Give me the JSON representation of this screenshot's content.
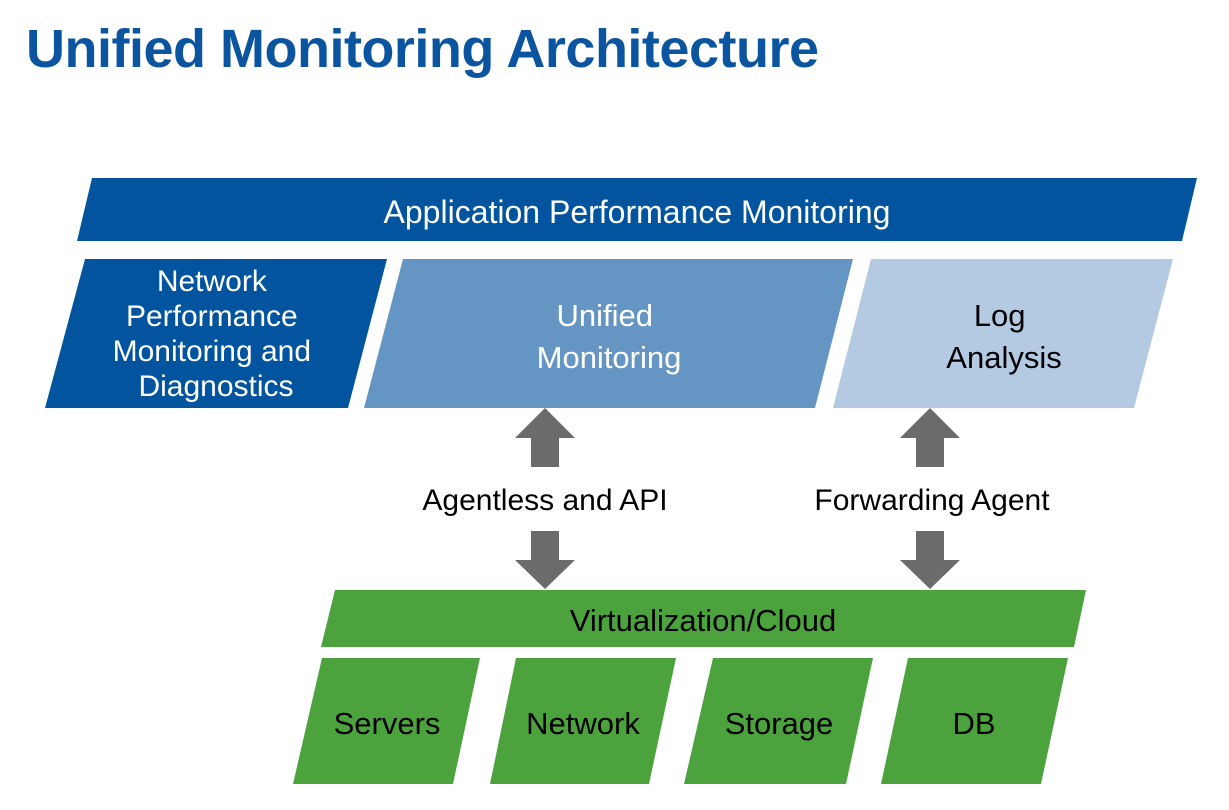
{
  "title": "Unified Monitoring Architecture",
  "colors": {
    "title": "#0b55a0",
    "dark_blue": "#02549f",
    "mid_blue": "#6595c2",
    "light_blue": "#b4cae3",
    "green": "#4ca33e",
    "arrow": "#6b6b6b",
    "text_dark": "#000000",
    "text_light": "#ffffff"
  },
  "layers": {
    "apm": {
      "label": "Application Performance Monitoring"
    },
    "npm": {
      "lines": [
        "Network",
        "Performance",
        "Monitoring and",
        "Diagnostics"
      ]
    },
    "unified": {
      "lines": [
        "Unified",
        "Monitoring"
      ]
    },
    "log": {
      "lines": [
        "Log",
        "Analysis"
      ]
    },
    "cloud": {
      "label": "Virtualization/Cloud"
    },
    "resources": [
      "Servers",
      "Network",
      "Storage",
      "DB"
    ]
  },
  "connectors": {
    "left": {
      "label": "Agentless and API"
    },
    "right": {
      "label": "Forwarding Agent"
    }
  }
}
